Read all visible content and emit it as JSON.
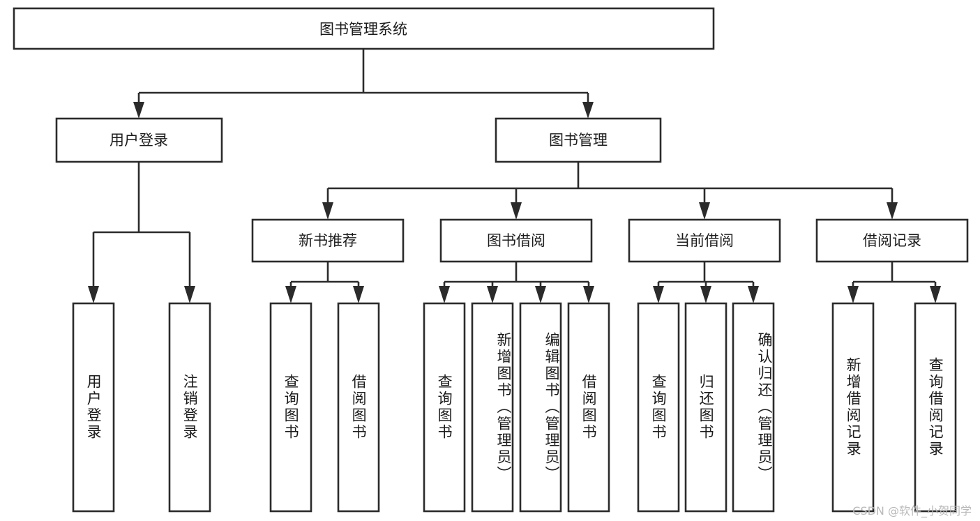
{
  "diagram": {
    "type": "tree-hierarchy",
    "title": "图书管理系统",
    "orientation": "top-down",
    "colors": {
      "stroke": "#2b2b2b",
      "fill": "#ffffff",
      "text": "#1b1b1b",
      "watermark": "#b9b9b9"
    },
    "levels": {
      "root": {
        "label": "图书管理系统"
      },
      "level2": [
        {
          "label": "用户登录"
        },
        {
          "label": "图书管理"
        }
      ],
      "level3": [
        {
          "label": "新书推荐"
        },
        {
          "label": "图书借阅"
        },
        {
          "label": "当前借阅"
        },
        {
          "label": "借阅记录"
        }
      ],
      "leaves": {
        "user_login": [
          {
            "label": "用户登录"
          },
          {
            "label": "注销登录"
          }
        ],
        "new_book_recommend": [
          {
            "label": "查询图书"
          },
          {
            "label": "借阅图书"
          }
        ],
        "book_borrow": [
          {
            "label": "查询图书"
          },
          {
            "label": "新增图书（管理员）"
          },
          {
            "label": "编辑图书（管理员）"
          },
          {
            "label": "借阅图书"
          }
        ],
        "current_borrow": [
          {
            "label": "查询图书"
          },
          {
            "label": "归还图书"
          },
          {
            "label": "确认归还（管理员）"
          }
        ],
        "borrow_record": [
          {
            "label": "新增借阅记录"
          },
          {
            "label": "查询借阅记录"
          }
        ]
      }
    }
  },
  "watermark": {
    "text": "CSDN @软件_小贺同学"
  }
}
